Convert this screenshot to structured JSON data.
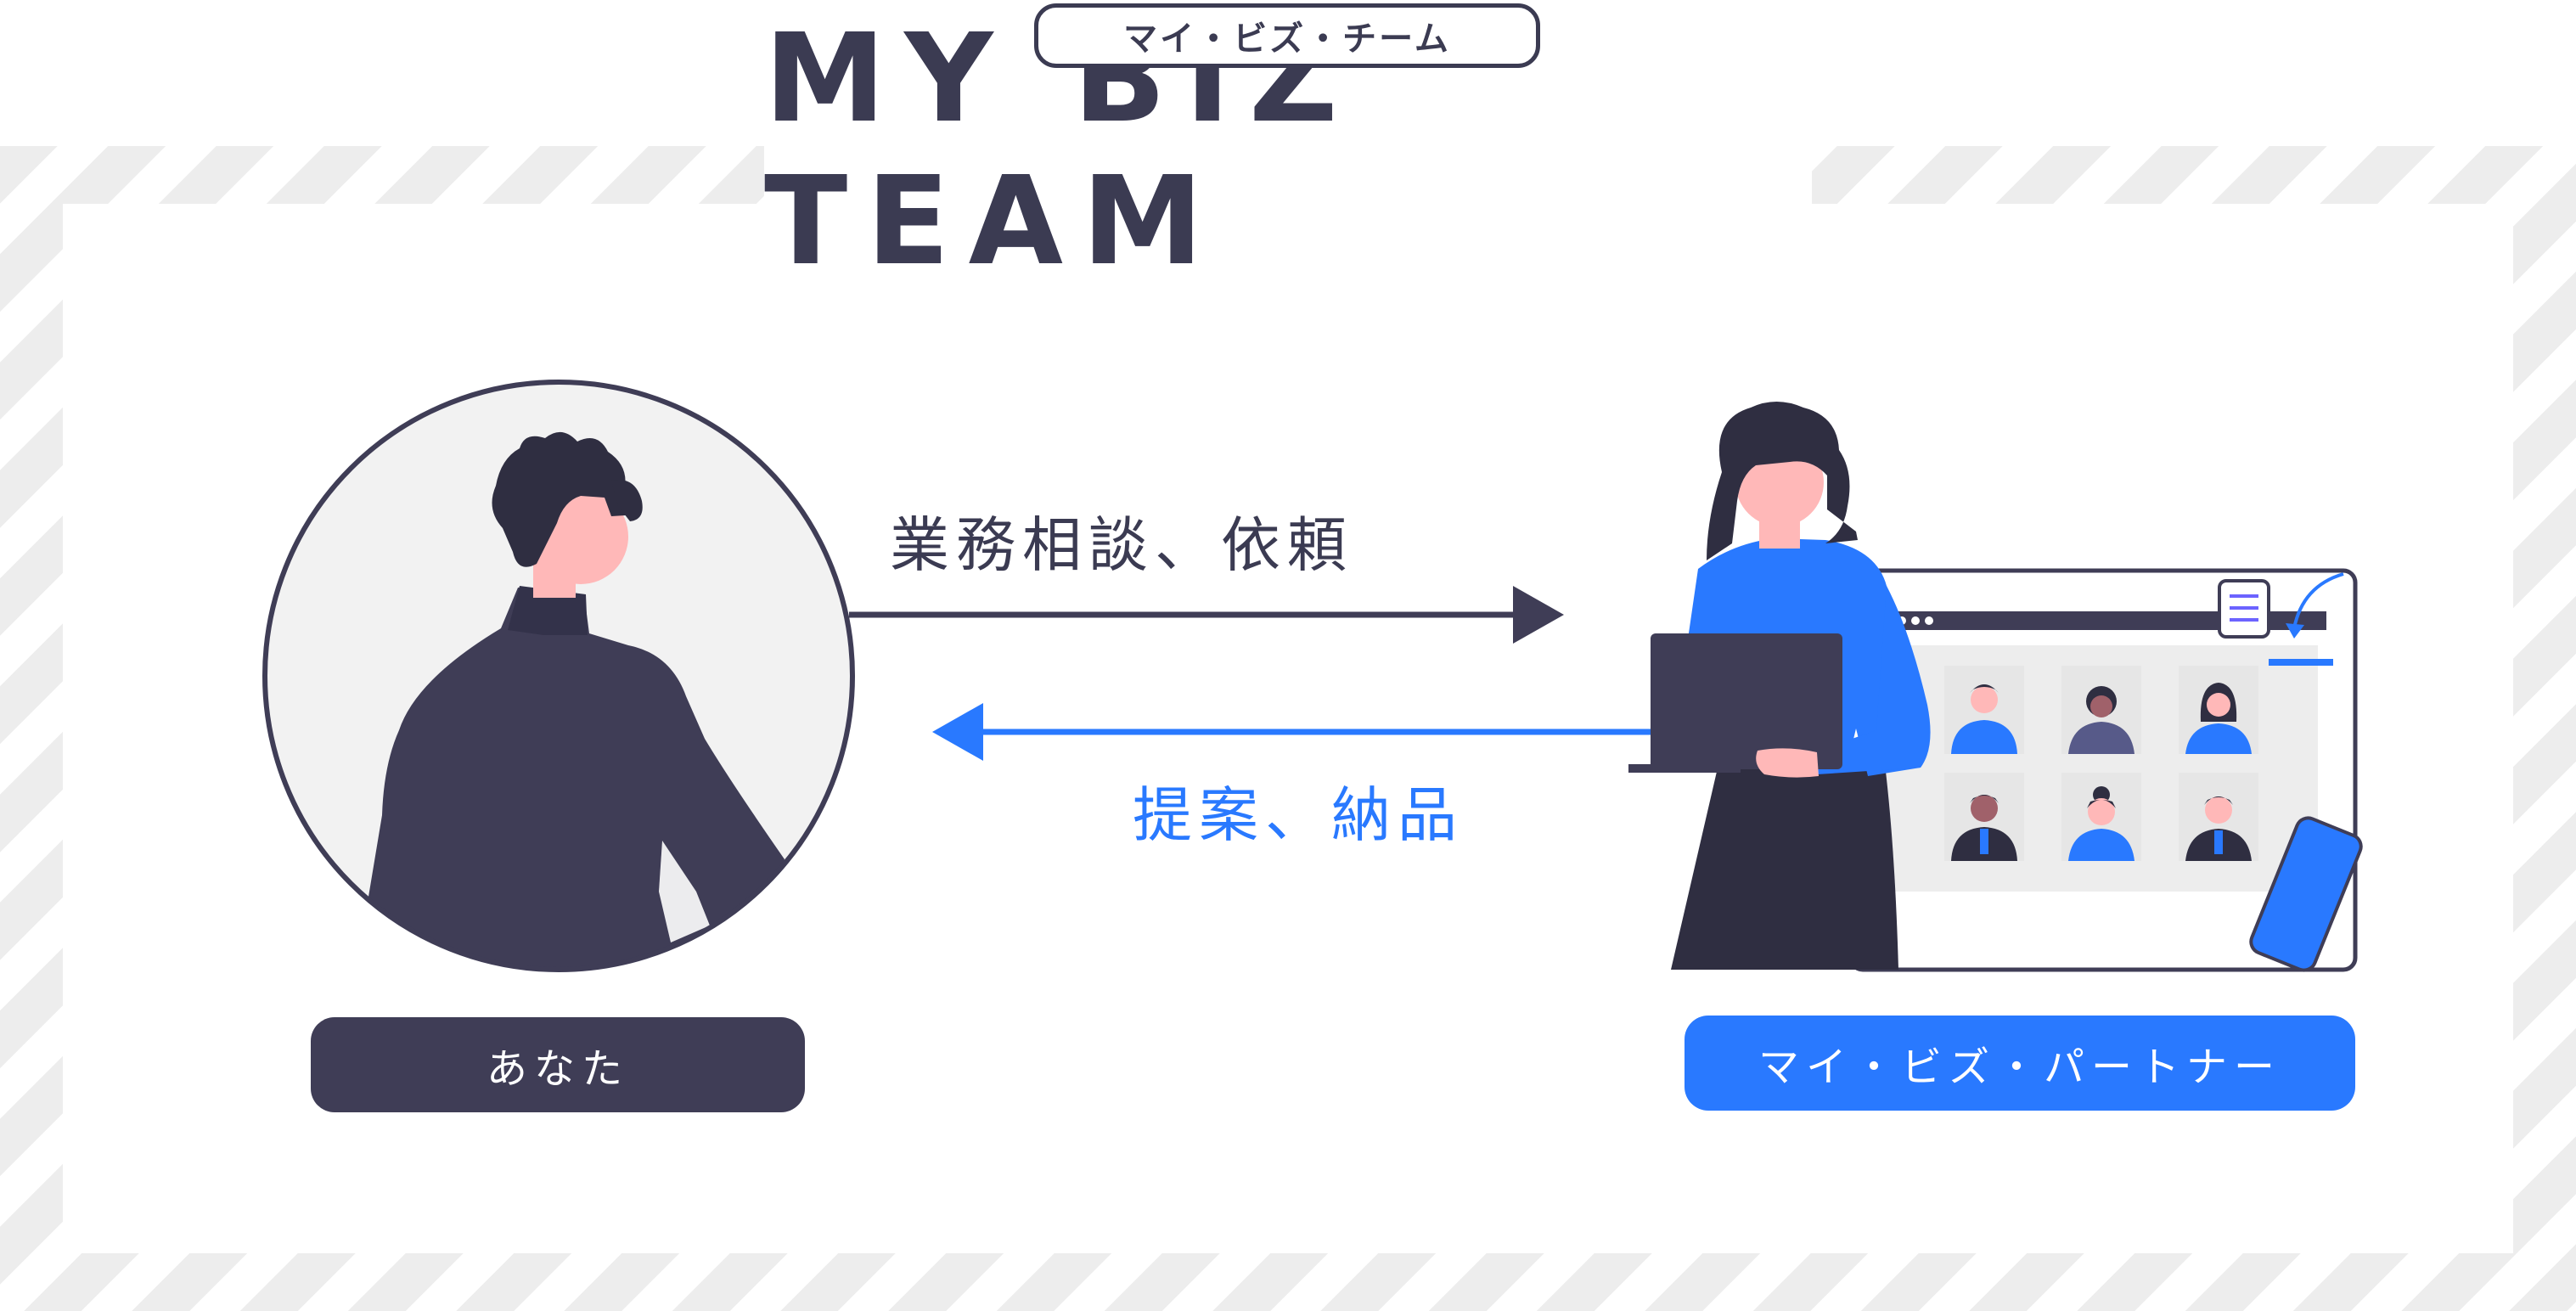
{
  "header": {
    "kana_title": "マイ・ビズ・チーム",
    "title": "MY BIZ TEAM"
  },
  "flows": {
    "request_label": "業務相談、依頼",
    "deliver_label": "提案、納品"
  },
  "roles": {
    "you_label": "あなた",
    "partner_label": "マイ・ビズ・パートナー"
  },
  "colors": {
    "dark": "#3f3d56",
    "accent": "#2979ff",
    "skin": "#ffb8b8",
    "hatch": "#ededed"
  }
}
